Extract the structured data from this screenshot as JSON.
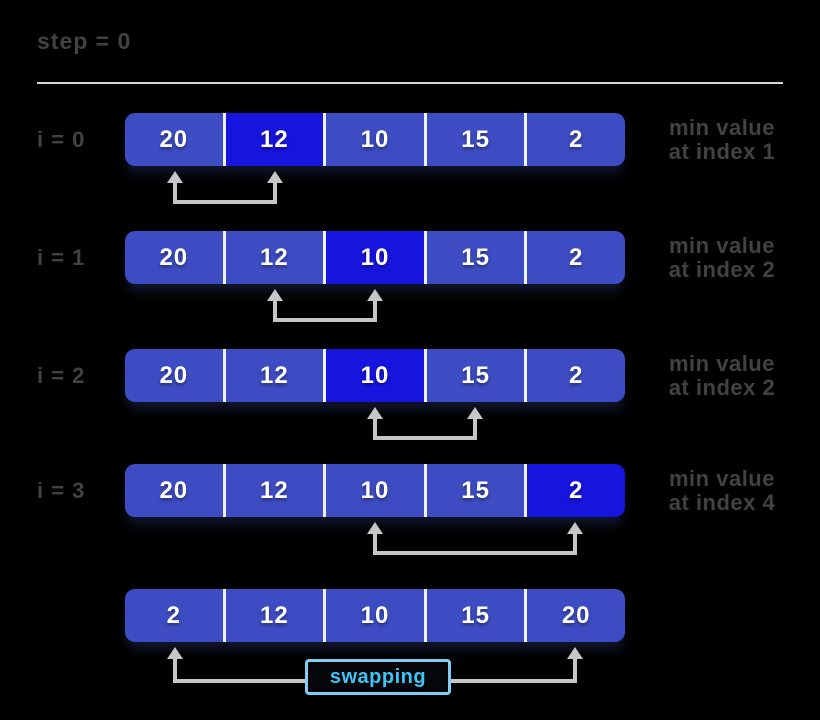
{
  "header": {
    "step_label": "step = 0"
  },
  "diagram": {
    "description": "selection sort pass visualization",
    "rows": [
      {
        "index_label": "i = 0",
        "values": [
          "20",
          "12",
          "10",
          "15",
          "2"
        ],
        "highlight_index": 1,
        "caption": {
          "line1": "min value",
          "line2": "at index 1"
        },
        "arrow": {
          "from_index": 0,
          "to_index": 1
        }
      },
      {
        "index_label": "i = 1",
        "values": [
          "20",
          "12",
          "10",
          "15",
          "2"
        ],
        "highlight_index": 2,
        "caption": {
          "line1": "min value",
          "line2": "at index 2"
        },
        "arrow": {
          "from_index": 1,
          "to_index": 2
        }
      },
      {
        "index_label": "i = 2",
        "values": [
          "20",
          "12",
          "10",
          "15",
          "2"
        ],
        "highlight_index": 2,
        "caption": {
          "line1": "min value",
          "line2": "at index 2"
        },
        "arrow": {
          "from_index": 2,
          "to_index": 3
        }
      },
      {
        "index_label": "i = 3",
        "values": [
          "20",
          "12",
          "10",
          "15",
          "2"
        ],
        "highlight_index": 4,
        "caption": {
          "line1": "min value",
          "line2": "at index 4"
        },
        "arrow": {
          "from_index": 2,
          "to_index": 4
        }
      },
      {
        "values": [
          "2",
          "12",
          "10",
          "15",
          "20"
        ],
        "highlight_index": null,
        "swap_label": "swapping",
        "arrow": {
          "from_index": 0,
          "to_index": 4
        }
      }
    ]
  },
  "colors": {
    "background": "#000000",
    "cell_normal": "#3d4cc2",
    "cell_highlight": "#1714dd",
    "cell_text": "#ffffff",
    "cell_divider": "#eef1ff",
    "arrow": "#c6c6c6",
    "muted_label_text": "#424242",
    "rule": "#d6d6d6",
    "swap_text": "#3ec3f5",
    "swap_border": "#82cdf3"
  }
}
